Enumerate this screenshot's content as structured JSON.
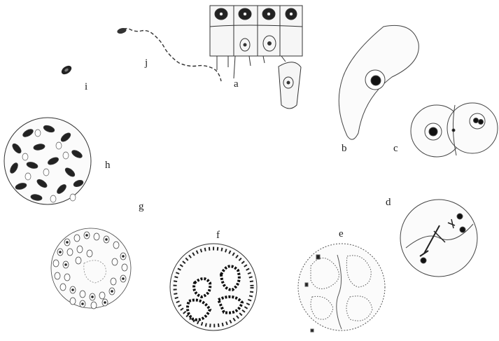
{
  "figure": {
    "labels": {
      "a": "a",
      "b": "b",
      "c": "c",
      "d": "d",
      "e": "e",
      "f": "f",
      "g": "g",
      "h": "h",
      "i": "i",
      "j": "j"
    },
    "colors": {
      "ink": "#222222",
      "fill": "#fbfbfb"
    }
  }
}
